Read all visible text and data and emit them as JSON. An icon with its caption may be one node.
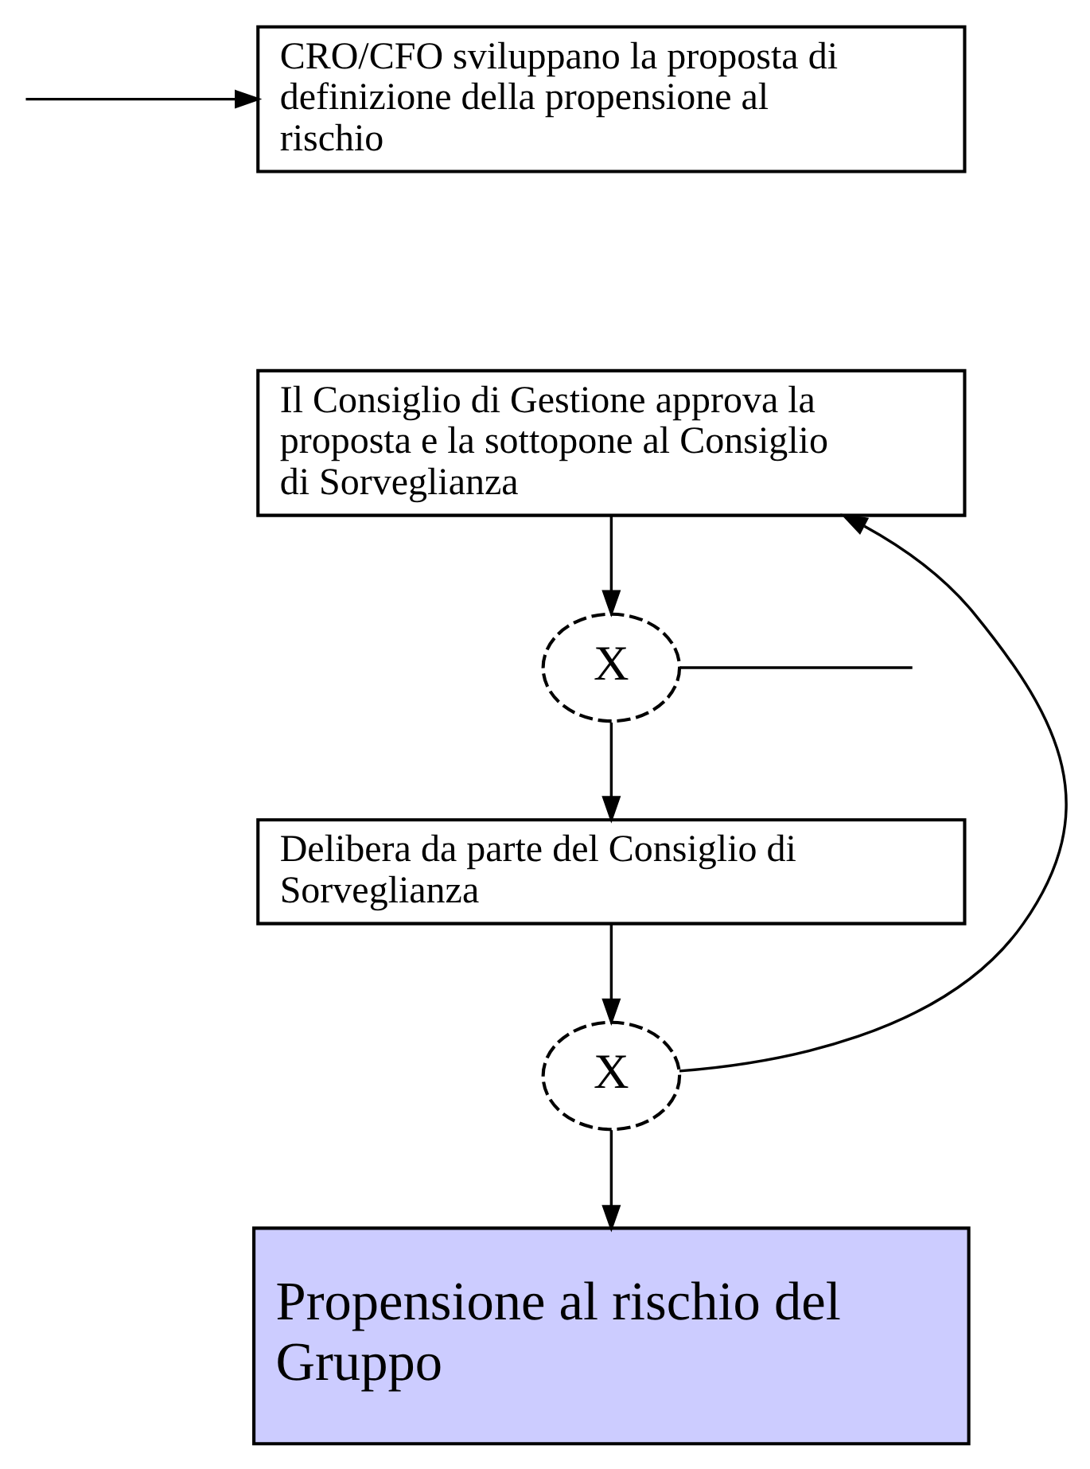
{
  "diagram": {
    "nodes": [
      {
        "text": [
          "CRO/CFO sviluppano la proposta di definizione della propensione al rischio"
        ]
      },
      {
        "text": [
          "Il Consiglio di Gestione approva la proposta e la sottopone al Consiglio di Sorveglianza"
        ]
      },
      {
        "text": [
          "X"
        ]
      },
      {
        "text": [
          "Delibera da parte del Consiglio di Sorveglianza"
        ]
      },
      {
        "text": [
          "X"
        ]
      },
      {
        "text": [
          "Propensione al rischio del Gruppo"
        ]
      }
    ],
    "edges": [
      {
        "from": null,
        "to": 0,
        "arrow": "to"
      },
      {
        "from": 1,
        "to": 2,
        "arrow": "to"
      },
      {
        "from": 2,
        "to": null,
        "arrow": "none"
      },
      {
        "from": 2,
        "to": 3,
        "arrow": "to"
      },
      {
        "from": 3,
        "to": 4,
        "arrow": "to"
      },
      {
        "from": 4,
        "to": 1,
        "arrow": "to"
      },
      {
        "from": 4,
        "to": 5,
        "arrow": "to"
      }
    ]
  }
}
